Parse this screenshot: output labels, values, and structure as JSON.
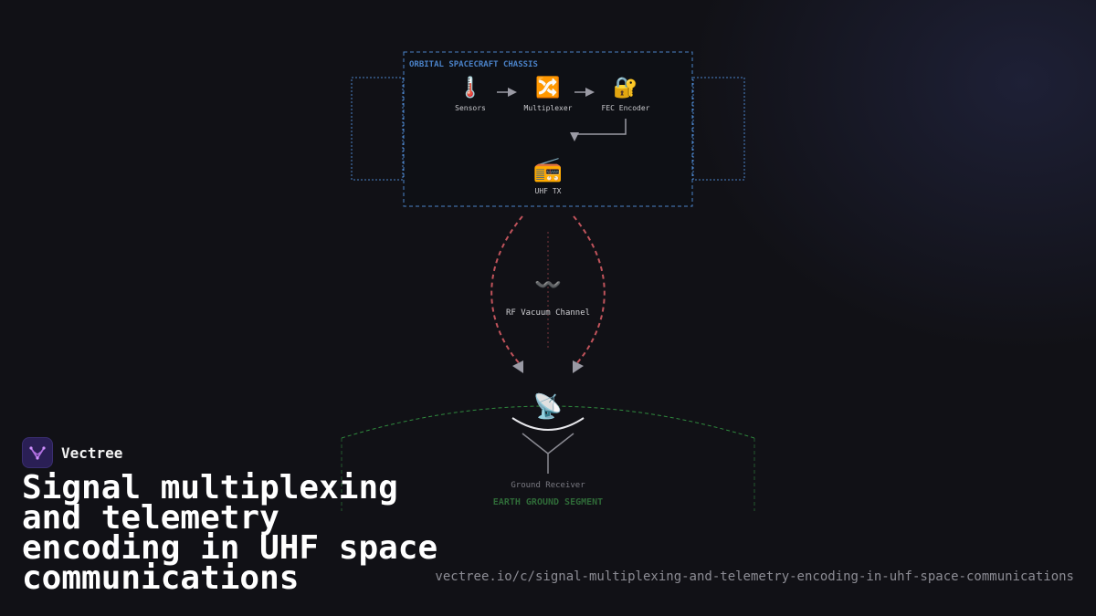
{
  "diagram": {
    "chassis_title": "ORBITAL SPACECRAFT CHASSIS",
    "nodes": [
      {
        "icon": "thermometer-icon",
        "glyph": "🌡️",
        "label": "Sensors"
      },
      {
        "icon": "shuffle-icon",
        "glyph": "🔀",
        "label": "Multiplexer"
      },
      {
        "icon": "lock-with-key-icon",
        "glyph": "🔐",
        "label": "FEC Encoder"
      },
      {
        "icon": "radio-icon",
        "glyph": "📻",
        "label": "UHF TX"
      }
    ],
    "channel": {
      "icon": "wave-icon",
      "glyph": "〰️",
      "label": "RF Vacuum Channel"
    },
    "receiver": {
      "icon": "satellite-dish-icon",
      "glyph": "📡",
      "label": "Ground Receiver"
    },
    "ground_segment_label": "EARTH GROUND SEGMENT",
    "colors": {
      "chassis": "#4a82c8",
      "signal": "#c0535b",
      "ground": "#2f8a3e",
      "arrow": "#9a9aa4"
    }
  },
  "brand": {
    "name": "Vectree",
    "logo_icon": "vectree-logo-icon"
  },
  "title": "Signal multiplexing and telemetry encoding in UHF space communications",
  "url": "vectree.io/c/signal-multiplexing-and-telemetry-encoding-in-uhf-space-communications"
}
